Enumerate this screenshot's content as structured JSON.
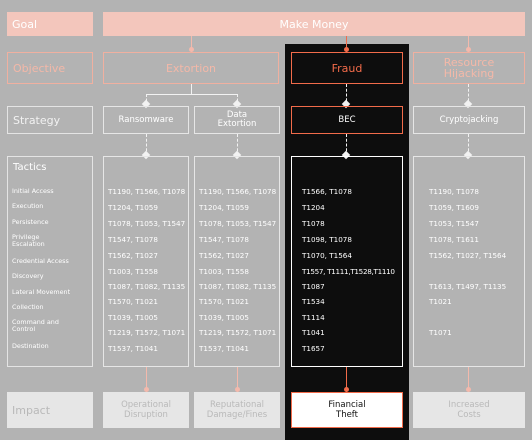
{
  "rows": {
    "goal": "Goal",
    "objective": "Objective",
    "strategy": "Strategy",
    "tactics": "Tactics",
    "impact": "Impact"
  },
  "goal_main": "Make Money",
  "objectives": {
    "extortion": "Extortion",
    "fraud": "Fraud",
    "resource_hijacking": "Resource Hijacking"
  },
  "strategies": {
    "ransomware": "Ransomware",
    "data_extortion": "Data Extortion",
    "bec": "BEC",
    "cryptojacking": "Cryptojacking"
  },
  "tactics": [
    "Initial Access",
    "Execution",
    "Persistence",
    "Privilege Escalation",
    "Credential Access",
    "Discovery",
    "Lateral Movement",
    "Collection",
    "Command and Control",
    "Destination"
  ],
  "techniques": {
    "ransomware": [
      "T1190, T1566, T1078",
      "T1204, T1059",
      "T1078, T1053, T1547",
      "T1547, T1078",
      "T1562, T1027",
      "T1003, T1558",
      "T1087, T1082, T1135",
      "T1570, T1021",
      "T1039, T1005",
      "T1219, T1572, T1071",
      "T1537, T1041"
    ],
    "data_extortion": [
      "T1190, T1566, T1078",
      "T1204, T1059",
      "T1078, T1053, T1547",
      "T1547, T1078",
      "T1562, T1027",
      "T1003, T1558",
      "T1087, T1082, T1135",
      "T1570, T1021",
      "T1039, T1005",
      "T1219, T1572, T1071",
      "T1537, T1041"
    ],
    "bec": [
      "T1566, T1078",
      "T1204",
      "T1078",
      "T1098, T1078",
      "T1070, T1564",
      "T1557, T1111,T1528,T1110",
      "T1087",
      "T1534",
      "T1114",
      "T1041",
      "T1657"
    ],
    "cryptojacking": [
      "T1190, T1078",
      "T1059, T1609",
      "T1053, T1547",
      "T1078, T1611",
      "T1562, T1027, T1564",
      "",
      "T1613, T1497, T1135",
      "T1021",
      "",
      "T1071",
      ""
    ]
  },
  "impacts": {
    "operational": "Operational Disruption",
    "reputational": "Reputational Damage/Fines",
    "financial": "Financial Theft",
    "costs": "Increased Costs"
  }
}
